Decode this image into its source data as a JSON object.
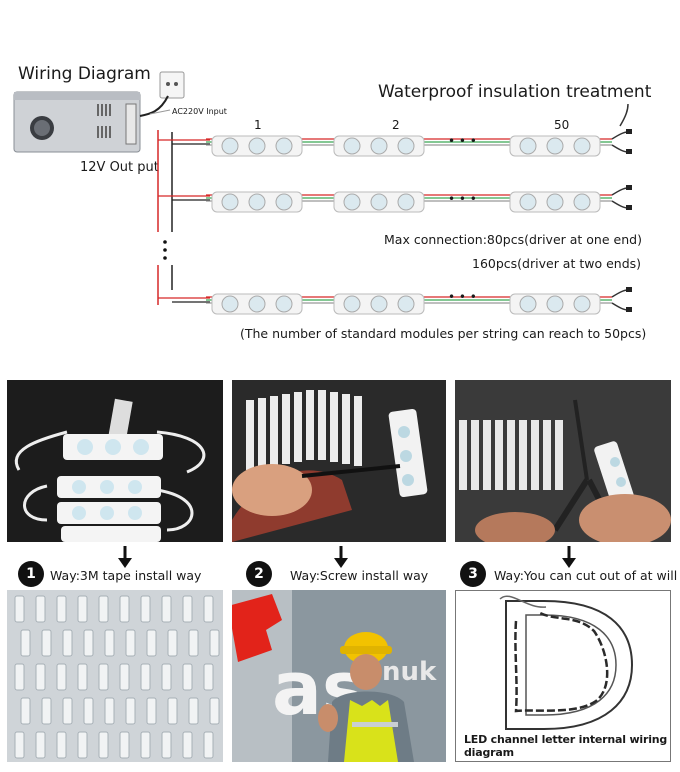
{
  "wiring_diagram": {
    "title": "Wiring Diagram",
    "waterproof_label": "Waterproof insulation treatment",
    "ac_input_label": "AC220V Input",
    "output_label": "12V Out put",
    "module_numbers": [
      "1",
      "2",
      "50"
    ],
    "ellipsis": "• • •",
    "max_connection": "Max connection:80pcs(driver at one end)",
    "max_connection_two_ends": "160pcs(driver at two ends)",
    "standard_modules_note": "(The number of standard modules per string can reach to 50pcs)"
  },
  "install_ways": [
    {
      "step": "1",
      "label": "Way:3M tape install way"
    },
    {
      "step": "2",
      "label": "Way:Screw install way"
    },
    {
      "step": "3",
      "label": "Way:You can cut out of at will"
    }
  ],
  "letter_diagram_caption": "LED channel letter internal wiring diagram",
  "sign_letters": "as",
  "sign_partial_text": "nuk",
  "colors": {
    "wire_red": "#d62828",
    "wire_green": "#3aa655",
    "module_white": "#f4f4f4",
    "photo_dark": "#1c1c1c",
    "helmet_yellow": "#f2c200",
    "vest_yellow": "#d9e21a",
    "letter_red": "#e2231a"
  }
}
